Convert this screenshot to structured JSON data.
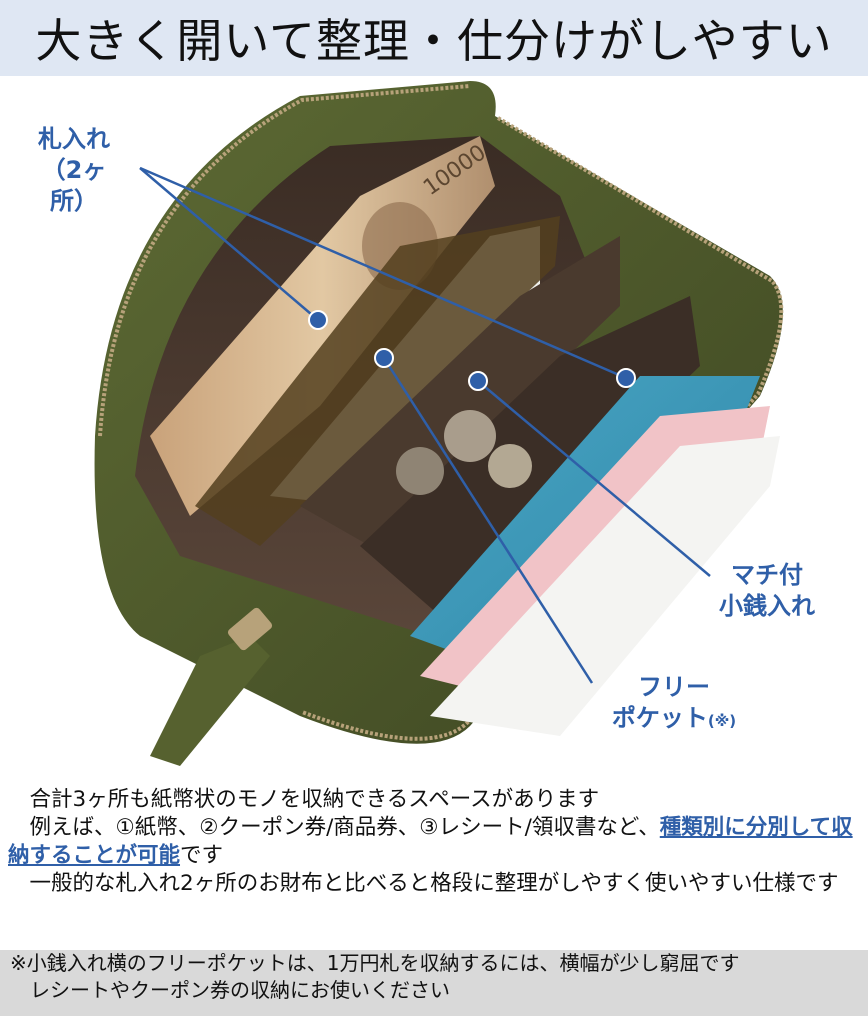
{
  "header": {
    "title": "大きく開いて整理・仕分けがしやすい"
  },
  "labels": {
    "bill_line1": "札入れ",
    "bill_line2": "（2ヶ所）",
    "coin_line1": "マチ付",
    "coin_line2": "小銭入れ",
    "free_line1": "フリー",
    "free_line2": "ポケット",
    "free_mark": "(※)"
  },
  "body": {
    "line1": "合計3ヶ所も紙幣状のモノを収納できるスペースがあります",
    "line2_prefix": "例えば、①紙幣、②クーポン券/商品券、③レシート/領収書など、",
    "line2_highlight": "種類別に分別して収納することが可能",
    "line2_suffix": "です",
    "line3": "一般的な札入れ2ヶ所のお財布と比べると格段に整理がしやすく使いやすい仕様です"
  },
  "note": {
    "line1": "※小銭入れ横のフリーポケットは、1万円札を収納するには、横幅が少し窮屈です",
    "line2": "レシートやクーポン券の収納にお使いください"
  },
  "colors": {
    "accent": "#2f5fa8",
    "header_bg": "#dfe7f3",
    "note_bg": "#d9d9d9",
    "leather": "#4f5a2c"
  }
}
